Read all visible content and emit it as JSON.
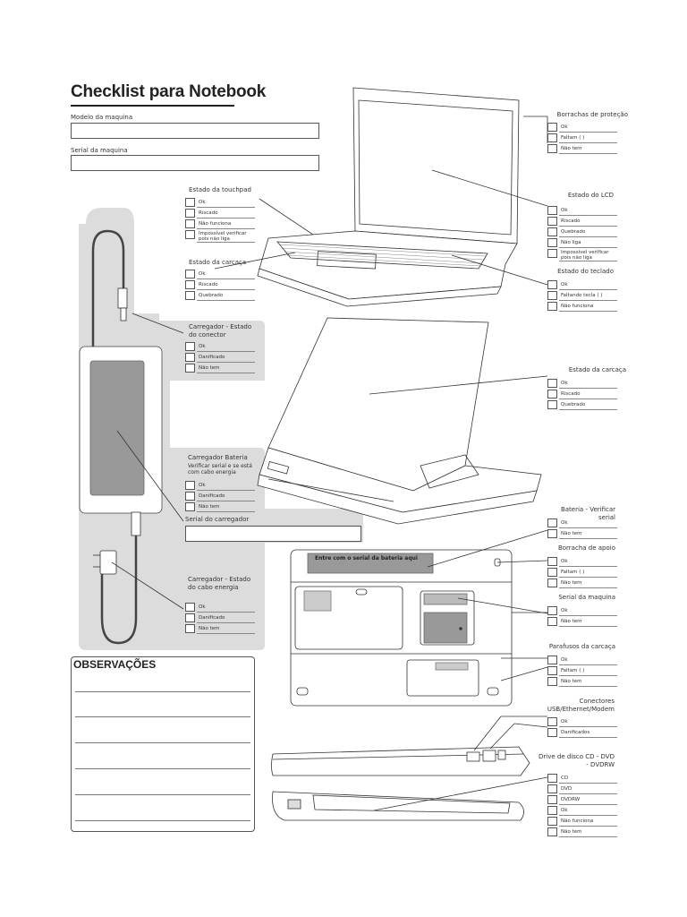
{
  "title": "Checklist para Notebook",
  "fields": {
    "model_label": "Modelo da maquina",
    "serial_label": "Serial da maquina",
    "charger_serial_label": "Serial do carregador"
  },
  "battery_serial_placeholder": "Entre com o serial da bateria aqui",
  "observations_title": "OBSERVAÇÕES",
  "sections": {
    "touchpad": {
      "title": "Estado da touchpad",
      "options": [
        "Ok",
        "Riscado",
        "Não funciona",
        "Impossível verificar pois não liga"
      ]
    },
    "case_left": {
      "title": "Estado da carcaça",
      "options": [
        "Ok",
        "Riscado",
        "Quebrado"
      ]
    },
    "connector": {
      "title": "Carregador - Estado do conector",
      "options": [
        "Ok",
        "Danificado",
        "Não tem"
      ]
    },
    "battery_charger": {
      "title": "Carregador Bateria",
      "subtitle": "Verificar serial e se está com cabo energia",
      "options": [
        "Ok",
        "Danificado",
        "Não tem"
      ]
    },
    "power_cable": {
      "title": "Carregador - Estado do cabo energia",
      "options": [
        "Ok",
        "Danificado",
        "Não tem"
      ]
    },
    "rubbers": {
      "title": "Borrachas de proteção",
      "options": [
        "Ok",
        "Faltam (      )",
        "Não tem"
      ]
    },
    "lcd": {
      "title": "Estado do LCD",
      "options": [
        "Ok",
        "Riscado",
        "Quebrado",
        "Não liga",
        "Impossível verificar pois não liga"
      ]
    },
    "keyboard": {
      "title": "Estado do teclado",
      "options": [
        "Ok",
        "Faltando tecla (      )",
        "Não funciona"
      ]
    },
    "case_right": {
      "title": "Estado da carcaça",
      "options": [
        "Ok",
        "Riscado",
        "Quebrado"
      ]
    },
    "battery": {
      "title": "Bateria - Verificar serial",
      "options": [
        "Ok",
        "Não tem"
      ]
    },
    "support_rubber": {
      "title": "Borracha de apoio",
      "options": [
        "Ok",
        "Faltam (      )",
        "Não tem"
      ]
    },
    "machine_serial": {
      "title": "Serial da maquina",
      "options": [
        "Ok",
        "Não tem"
      ]
    },
    "case_screws": {
      "title": "Parafusos da carcaça",
      "options": [
        "Ok",
        "Faltam (      )",
        "Não tem"
      ]
    },
    "connectors": {
      "title": "Conectores USB/Ethernet/Modem",
      "options": [
        "Ok",
        "Danificados"
      ]
    },
    "disc_drive": {
      "title": "Drive de disco CD - DVD - DVDRW",
      "options": [
        "CD",
        "DVD",
        "DVDRW",
        "Ok",
        "Não funciona",
        "Não tem"
      ]
    }
  }
}
